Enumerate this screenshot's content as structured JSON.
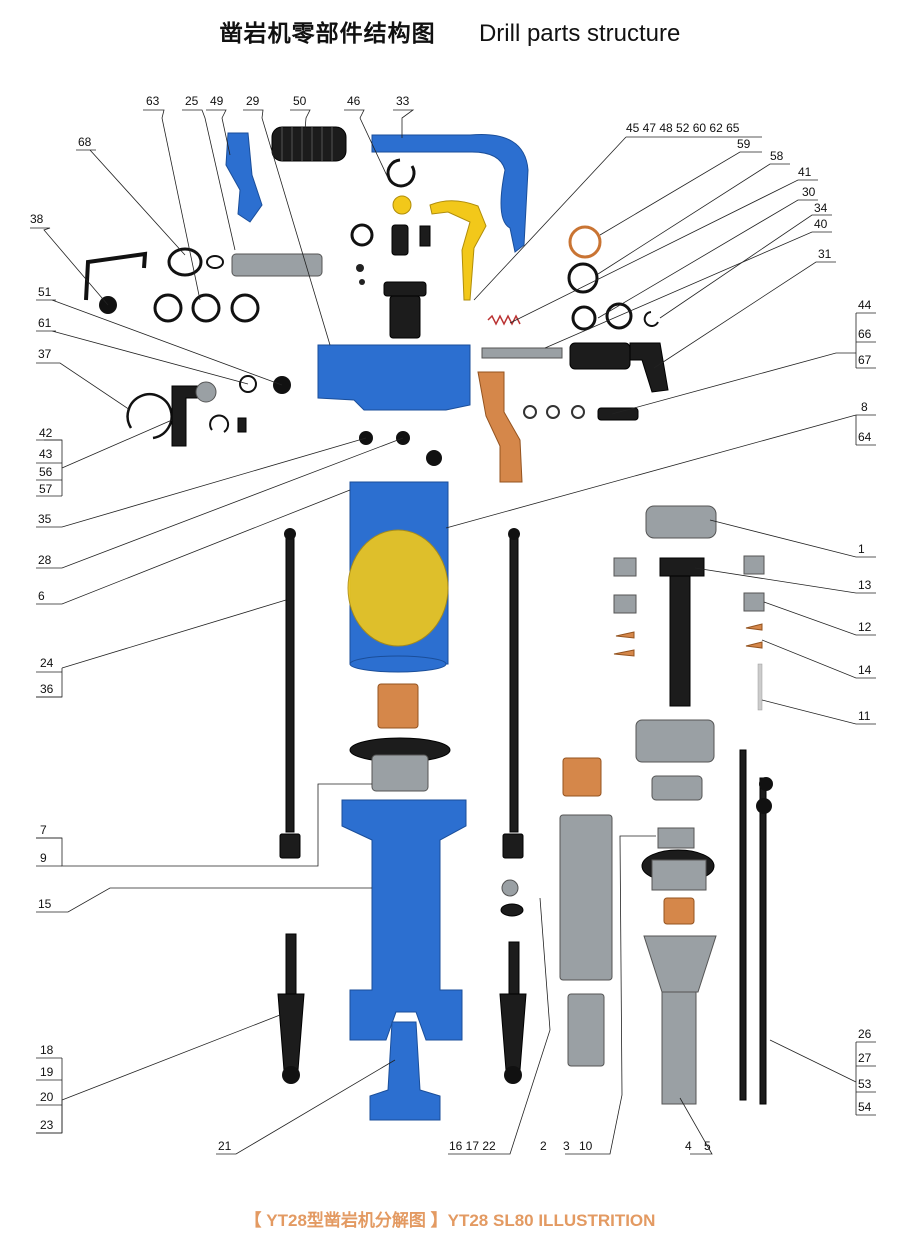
{
  "header": {
    "title_zh": "凿岩机零部件结构图",
    "title_en": "Drill parts structure"
  },
  "caption": "【 YT28型凿岩机分解图 】YT28 SL80 ILLUSTRITION",
  "callouts": {
    "top_row": [
      "63",
      "25",
      "49",
      "29",
      "50",
      "46",
      "33"
    ],
    "right_group_top": "45 47 48 52 60 62 65",
    "left_upper": [
      "68",
      "38",
      "51",
      "61",
      "37"
    ],
    "group_42": [
      "42",
      "43",
      "56",
      "57"
    ],
    "left_mid": [
      "35",
      "28",
      "6"
    ],
    "group_24": [
      "24",
      "36"
    ],
    "group_7": [
      "7",
      "9"
    ],
    "left_low": [
      "15"
    ],
    "group_18": [
      "18",
      "19",
      "20",
      "23"
    ],
    "bottom_row": [
      "21",
      "16 17 22",
      "2",
      "3",
      "10",
      "4",
      "5"
    ],
    "right_upper": [
      "59",
      "58",
      "41",
      "30",
      "34",
      "40",
      "31"
    ],
    "group_44": [
      "44",
      "66",
      "67"
    ],
    "group_8": [
      "8",
      "64"
    ],
    "right_low": [
      "1",
      "13",
      "12",
      "14",
      "11"
    ],
    "group_26": [
      "26",
      "27",
      "53",
      "54"
    ]
  },
  "colors": {
    "housing": "#2c6fd0",
    "copper": "#d5874a",
    "yellow": "#f2c81a",
    "rubber": "#1c1c1c",
    "steel": "#9aa0a4",
    "caption": "#e39a62"
  }
}
